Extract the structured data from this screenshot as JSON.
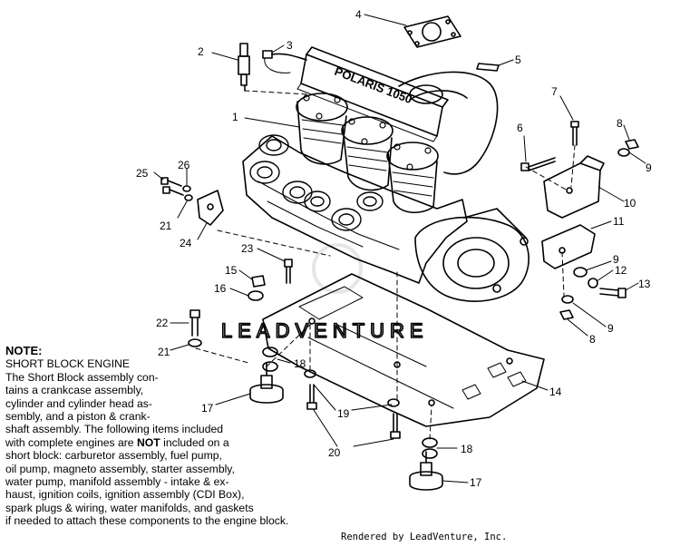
{
  "callouts": {
    "c1": "1",
    "c2": "2",
    "c3": "3",
    "c4": "4",
    "c5": "5",
    "c6": "6",
    "c7": "7",
    "c8a": "8",
    "c8b": "8",
    "c9a": "9",
    "c9b": "9",
    "c9c": "9",
    "c10": "10",
    "c11": "11",
    "c12": "12",
    "c13": "13",
    "c14": "14",
    "c15": "15",
    "c16": "16",
    "c17a": "17",
    "c17b": "17",
    "c18a": "18",
    "c18b": "18",
    "c19": "19",
    "c20": "20",
    "c21a": "21",
    "c21b": "21",
    "c22": "22",
    "c23": "23",
    "c24": "24",
    "c25": "25",
    "c26": "26"
  },
  "manifold_text": "POLARIS 1050",
  "watermark": "LEADVENTURE",
  "note": {
    "heading": "NOTE:",
    "lines": [
      "SHORT BLOCK ENGINE",
      "The Short Block assembly con-",
      "tains a crankcase assembly,",
      "cylinder and cylinder head as-",
      "sembly, and a piston & crank-",
      "shaft assembly.  The following items included",
      "with complete engines are ",
      "included on a",
      "short block:  carburetor assembly, fuel pump,",
      "oil pump, magneto assembly, starter assembly,",
      "water pump, manifold assembly - intake & ex-",
      "haust, ignition coils, ignition assembly (CDI Box),",
      "spark plugs & wiring, water manifolds, and gaskets",
      "if needed to attach these components to the engine block."
    ],
    "not_word": "NOT"
  },
  "credit": "Rendered by LeadVenture, Inc."
}
